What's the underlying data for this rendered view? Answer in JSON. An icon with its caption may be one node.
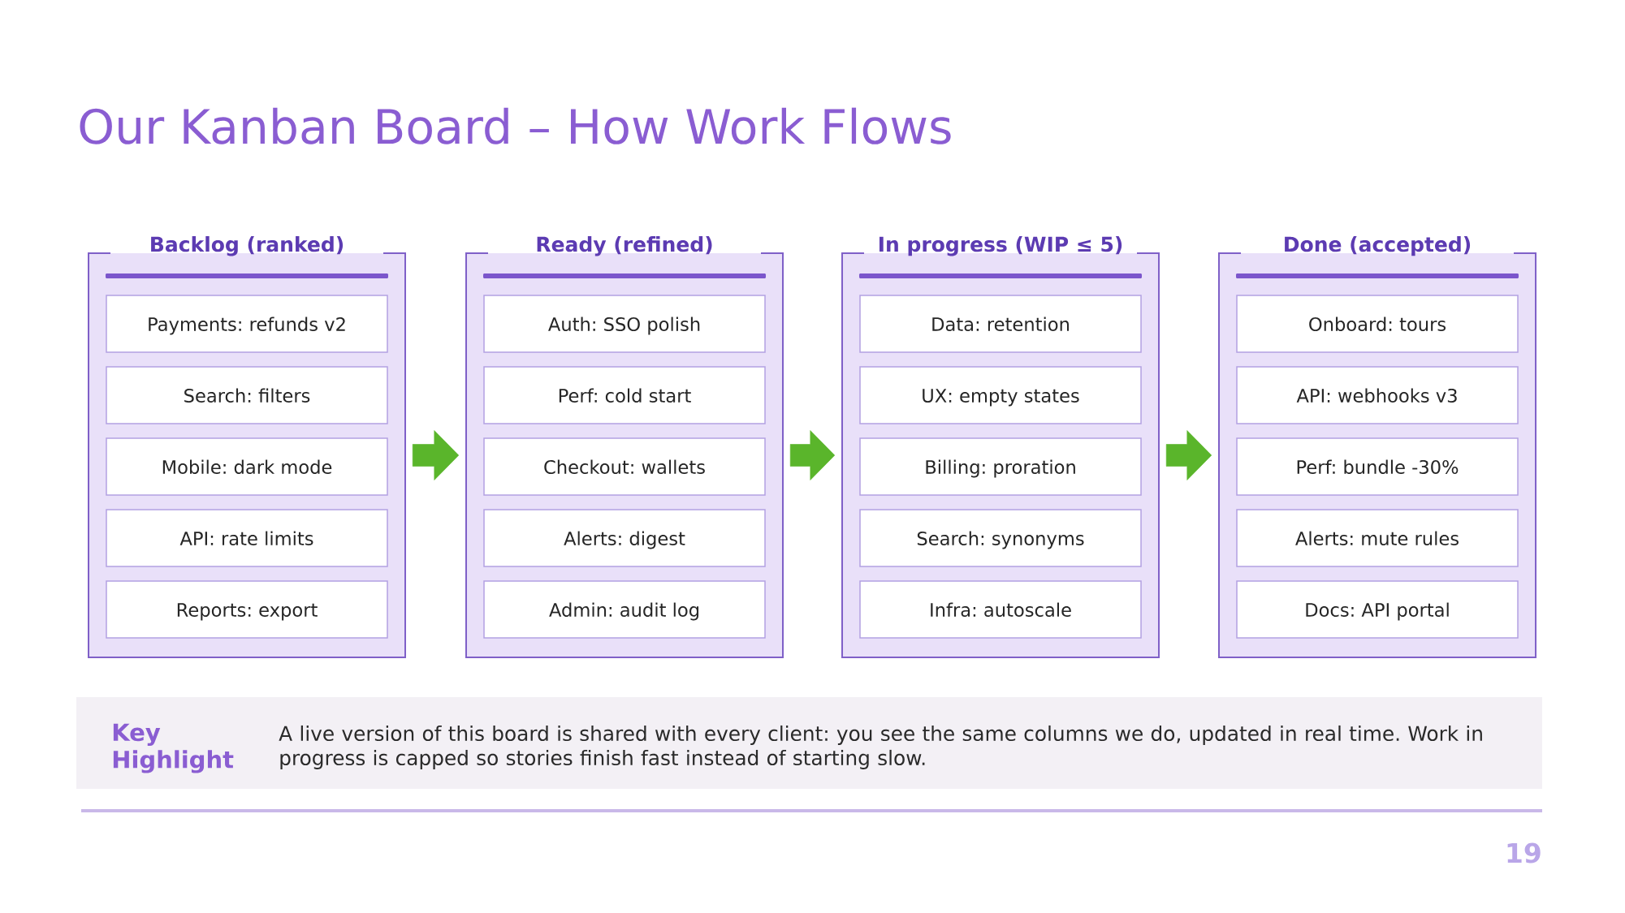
{
  "diagram": {
    "title": "Our Kanban Board – How Work Flows",
    "nodes": [
      {
        "text": [
          "Backlog (ranked)"
        ]
      },
      {
        "text": [
          "Payments: refunds v2"
        ],
        "in": 0
      },
      {
        "text": [
          "Search: filters"
        ],
        "in": 0
      },
      {
        "text": [
          "Mobile: dark mode"
        ],
        "in": 0
      },
      {
        "text": [
          "API: rate limits"
        ],
        "in": 0
      },
      {
        "text": [
          "Reports: export"
        ],
        "in": 0
      },
      {
        "text": [
          "Ready (refined)"
        ]
      },
      {
        "text": [
          "Auth: SSO polish"
        ],
        "in": 6
      },
      {
        "text": [
          "Perf: cold start"
        ],
        "in": 6
      },
      {
        "text": [
          "Checkout: wallets"
        ],
        "in": 6
      },
      {
        "text": [
          "Alerts: digest"
        ],
        "in": 6
      },
      {
        "text": [
          "Admin: audit log"
        ],
        "in": 6
      },
      {
        "text": [
          "In progress (WIP ≤ 5)"
        ]
      },
      {
        "text": [
          "Data: retention"
        ],
        "in": 12
      },
      {
        "text": [
          "UX: empty states"
        ],
        "in": 12
      },
      {
        "text": [
          "Billing: proration"
        ],
        "in": 12
      },
      {
        "text": [
          "Search: synonyms"
        ],
        "in": 12
      },
      {
        "text": [
          "Infra: autoscale"
        ],
        "in": 12
      },
      {
        "text": [
          "Done (accepted)"
        ]
      },
      {
        "text": [
          "Onboard: tours"
        ],
        "in": 18
      },
      {
        "text": [
          "API: webhooks v3"
        ],
        "in": 18
      },
      {
        "text": [
          "Perf: bundle -30%"
        ],
        "in": 18
      },
      {
        "text": [
          "Alerts: mute rules"
        ],
        "in": 18
      },
      {
        "text": [
          "Docs: API portal"
        ],
        "in": 18
      },
      {
        "text": [
          "Key Highlight",
          "A live version of this board is shared with every client: you see the same columns we do, updated in real time. Work in progress is capped so stories finish fast instead of starting slow."
        ]
      }
    ],
    "edges": [
      {
        "from": 0,
        "to": 6,
        "arrow": "to"
      },
      {
        "from": 6,
        "to": 12,
        "arrow": "to"
      },
      {
        "from": 12,
        "to": 18,
        "arrow": "to"
      }
    ],
    "labels": [
      "19"
    ]
  }
}
